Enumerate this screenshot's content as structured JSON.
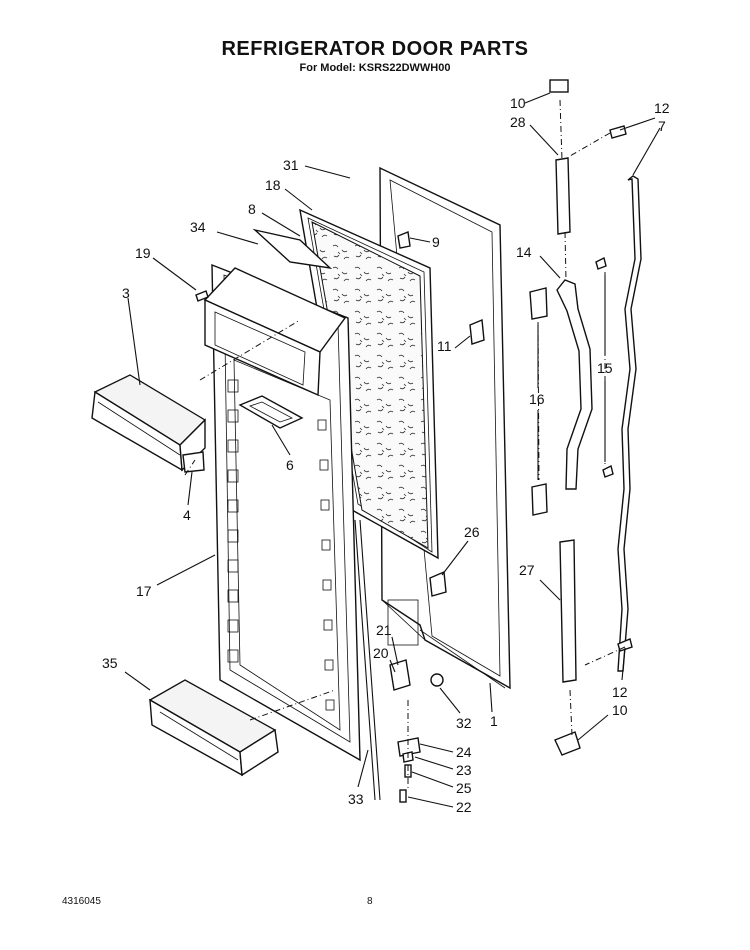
{
  "header": {
    "title": "REFRIGERATOR DOOR PARTS",
    "subtitle": "For Model: KSRS22DWWH00"
  },
  "footer": {
    "doc_number": "4316045",
    "page_number": "8"
  },
  "callouts": {
    "c10a": "10",
    "c28": "28",
    "c12a": "12",
    "c7": "7",
    "c31": "31",
    "c18": "18",
    "c8": "8",
    "c34": "34",
    "c9": "9",
    "c19": "19",
    "c3": "3",
    "c14": "14",
    "c11": "11",
    "c15": "15",
    "c16": "16",
    "c6": "6",
    "c4": "4",
    "c26": "26",
    "c17": "17",
    "c27": "27",
    "c21": "21",
    "c20": "20",
    "c35": "35",
    "c12b": "12",
    "c10b": "10",
    "c32": "32",
    "c1": "1",
    "c24": "24",
    "c23": "23",
    "c25": "25",
    "c33": "33",
    "c22": "22"
  }
}
